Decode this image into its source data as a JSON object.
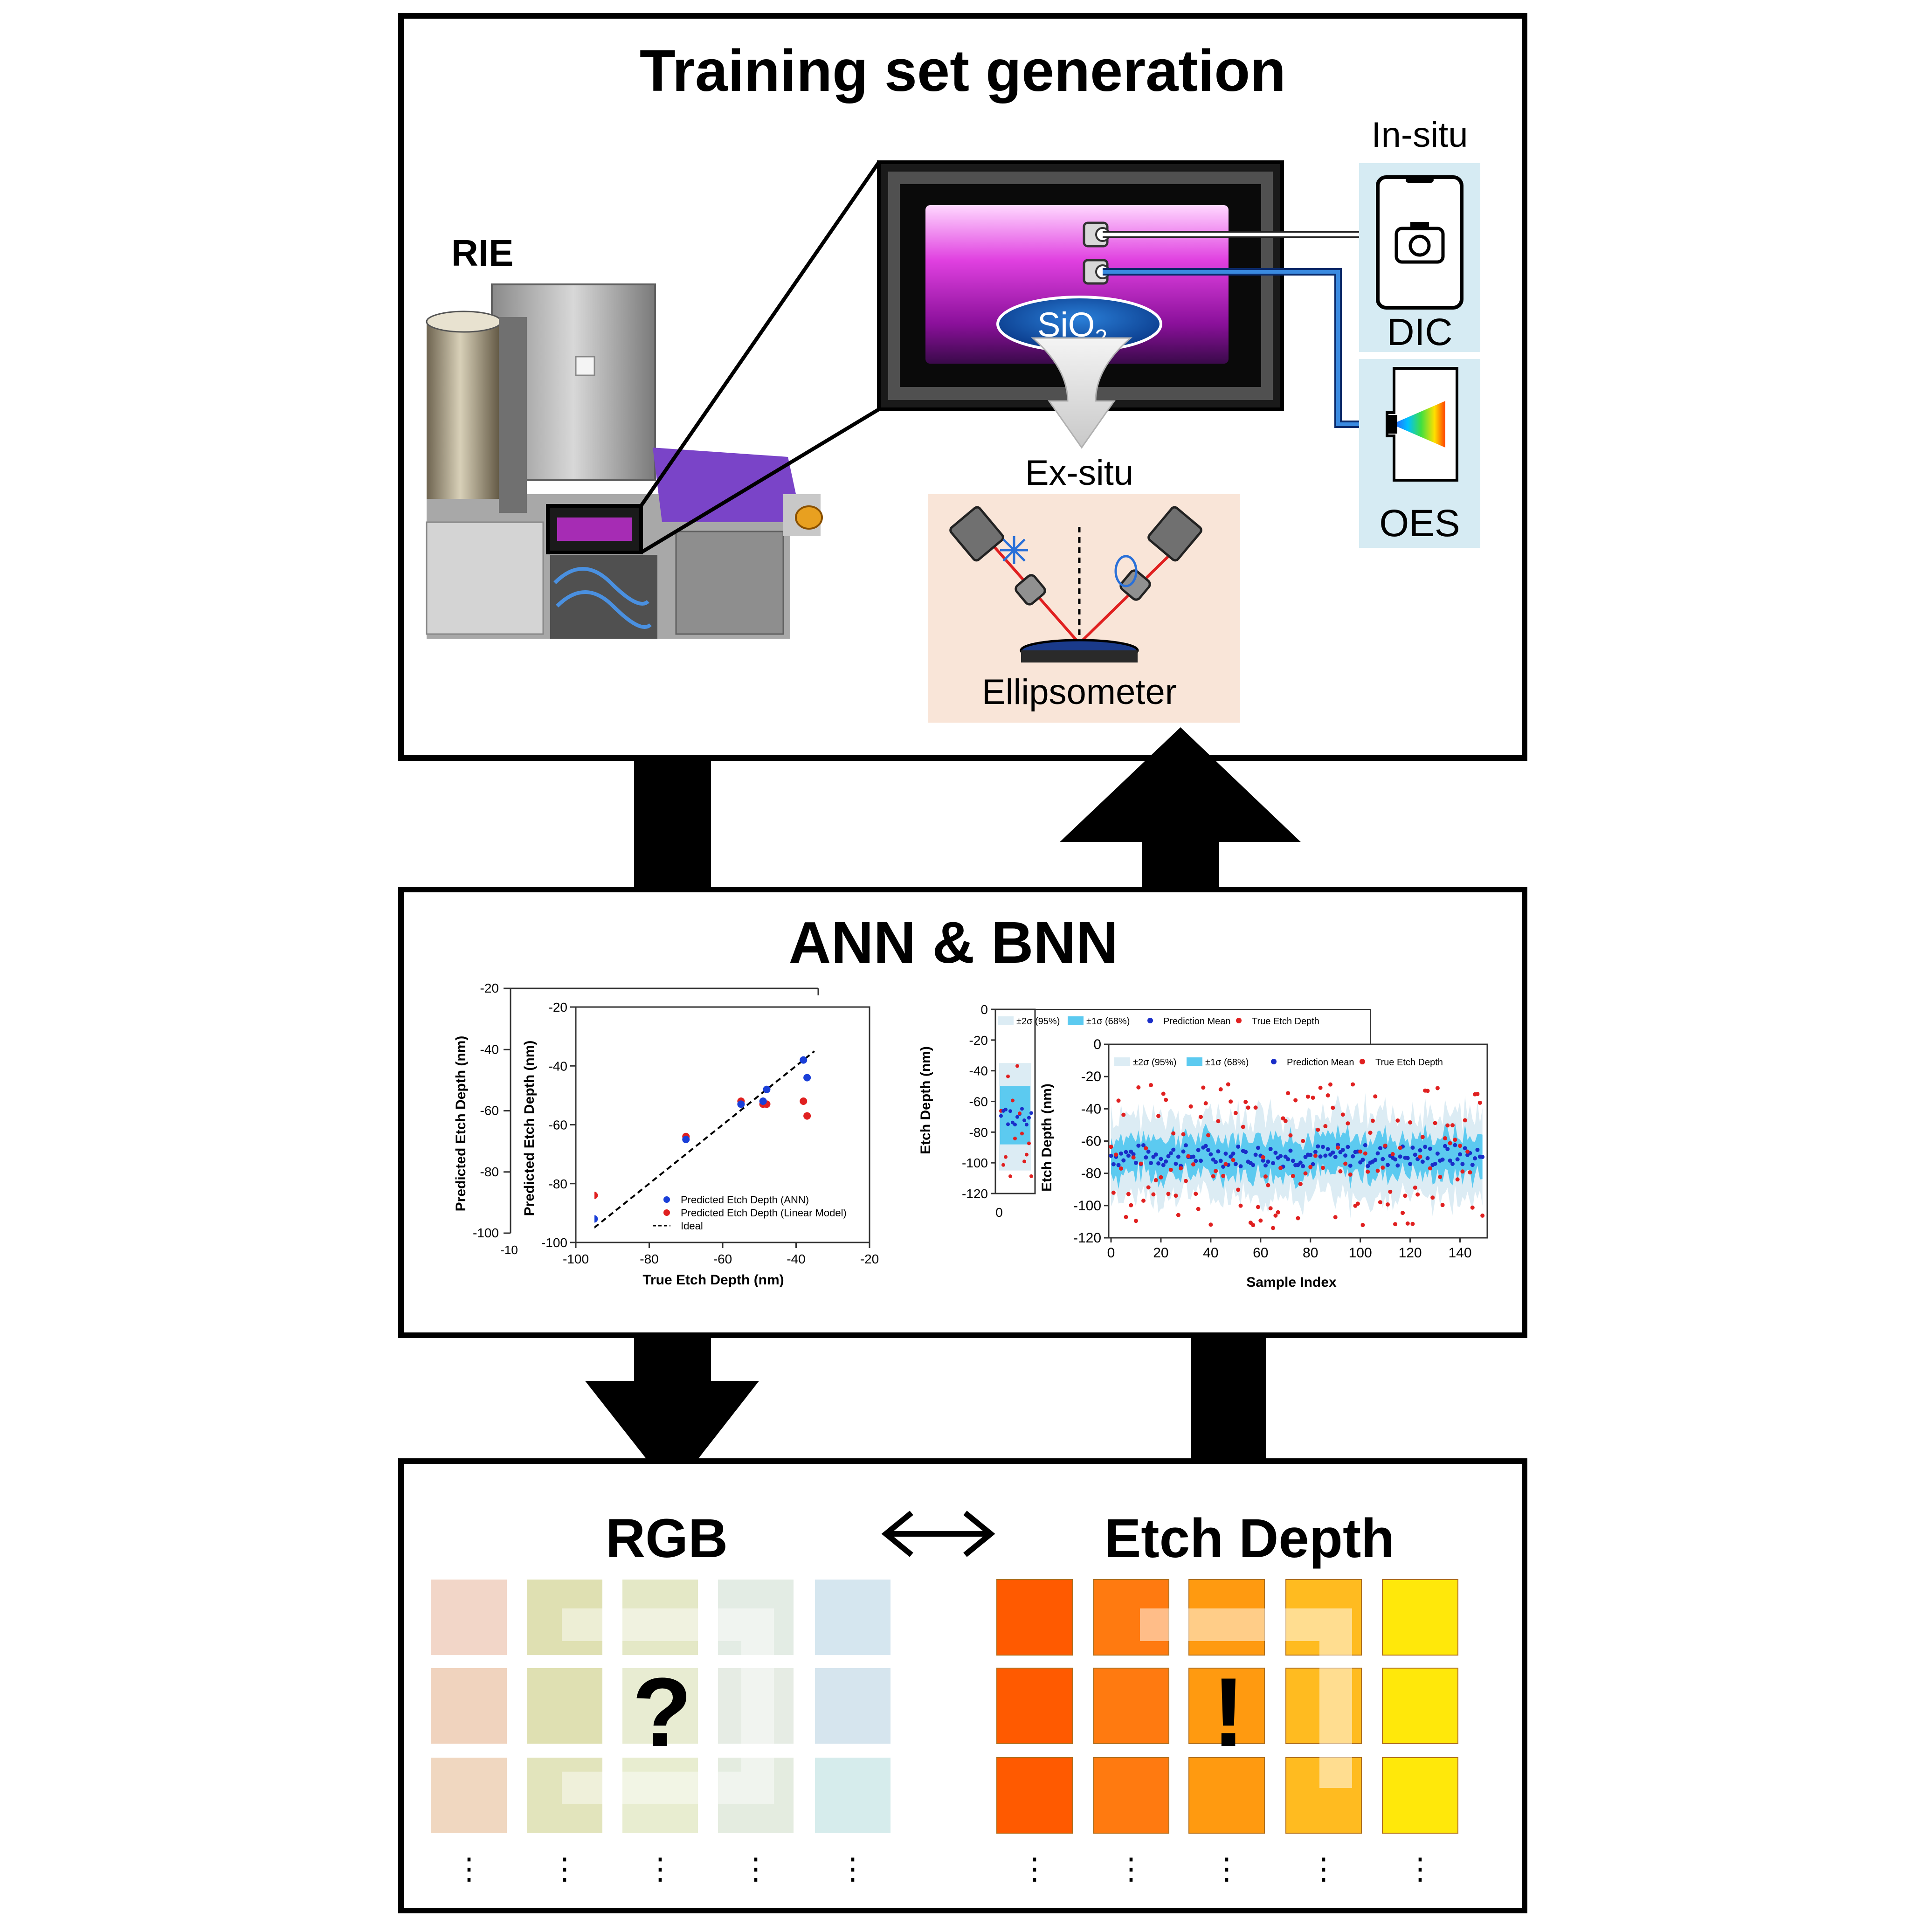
{
  "top_panel": {
    "title": "Training set generation",
    "rie_label": "RIE",
    "insitu_label": "In-situ",
    "dic_label": "DIC",
    "oes_label": "OES",
    "sio2_label": "SiO",
    "sio2_sub": "2",
    "exsitu_label": "Ex-situ",
    "ellipsometer_label": "Ellipsometer",
    "colors": {
      "insitu_bg": "#d6ebf3",
      "exsitu_bg": "#f9e5d8",
      "plasma": "#c81ec8",
      "fiber_blue": "#1f6fd0"
    }
  },
  "middle_panel": {
    "title": "ANN & BNN"
  },
  "bottom_panel": {
    "rgb_title": "RGB",
    "depth_title": "Etch Depth",
    "question_mark": "?",
    "exclamation_mark": "!",
    "ellipsis": "⋮",
    "rgb_colors": [
      [
        "#f2d6c8",
        "#dfe0b2",
        "#e4e8c6",
        "#e3ece4",
        "#d5e6ef"
      ],
      [
        "#f0d3be",
        "#dfe0b2",
        "#e8ecd2",
        "#e6ece4",
        "#d6e5ee"
      ],
      [
        "#f0d7c0",
        "#e2e4bc",
        "#e8edd0",
        "#e4ece0",
        "#d6ecec"
      ]
    ],
    "depth_colors": [
      [
        "#ff5a00",
        "#ff7a10",
        "#ff9a10",
        "#ffbb20",
        "#ffe80a"
      ],
      [
        "#ff5a00",
        "#ff7a10",
        "#ff9a10",
        "#ffbb20",
        "#ffe80a"
      ],
      [
        "#ff5a00",
        "#ff7a10",
        "#ff9a10",
        "#ffbb20",
        "#ffe80a"
      ]
    ]
  },
  "chart_data": [
    {
      "type": "scatter",
      "title": "",
      "xlabel": "True Etch Depth (nm)",
      "ylabel": "Predicted Etch Depth (nm)",
      "back_ylabel": "Predicted Etch Depth (nm)",
      "back_yticks": [
        "-20",
        "-40",
        "-60",
        "-80",
        "-100"
      ],
      "back_xtick": "-10",
      "xlim": [
        -100,
        -20
      ],
      "ylim": [
        -100,
        -20
      ],
      "xticks": [
        "-100",
        "-80",
        "-60",
        "-40",
        "-20"
      ],
      "yticks": [
        "-20",
        "-40",
        "-60",
        "-80",
        "-100"
      ],
      "series": [
        {
          "name": "Predicted Etch Depth (ANN)",
          "color": "#1a3fd8",
          "x": [
            -95,
            -70,
            -55,
            -49,
            -48,
            -38,
            -37
          ],
          "y": [
            -92,
            -65,
            -53,
            -52,
            -48,
            -38,
            -44
          ]
        },
        {
          "name": "Predicted Etch Depth (Linear Model)",
          "color": "#e02020",
          "x": [
            -95,
            -70,
            -55,
            -49,
            -48,
            -38,
            -37
          ],
          "y": [
            -84,
            -64,
            -52,
            -53,
            -53,
            -52,
            -57
          ]
        },
        {
          "name": "Ideal",
          "color": "#000000",
          "style": "dashed",
          "x": [
            -95,
            -35
          ],
          "y": [
            -95,
            -35
          ]
        }
      ],
      "legend_position": "bottom-right"
    },
    {
      "type": "scatter",
      "title": "",
      "xlabel": "Sample Index",
      "ylabel": "Etch Depth (nm)",
      "back_ylabel": "Etch Depth (nm)",
      "back_yticks": [
        "0",
        "-20",
        "-40",
        "-60",
        "-80",
        "-100",
        "-120"
      ],
      "back_xtick": "0",
      "xlim": [
        0,
        150
      ],
      "ylim": [
        -120,
        0
      ],
      "xticks": [
        "0",
        "20",
        "40",
        "60",
        "80",
        "100",
        "120",
        "140"
      ],
      "yticks": [
        "0",
        "-20",
        "-40",
        "-60",
        "-80",
        "-100",
        "-120"
      ],
      "series_names": [
        "±2σ (95%)",
        "±1σ (68%)",
        "Prediction Mean",
        "True Etch Depth"
      ],
      "band_colors": {
        "band2": "#dcecf4",
        "band1": "#5ccaf0"
      },
      "mean_color": "#1a2ec8",
      "true_color": "#e02020",
      "samples": 150,
      "mean_level": -69,
      "sigma1": 12,
      "sigma2": 26,
      "legend_position": "top"
    }
  ]
}
